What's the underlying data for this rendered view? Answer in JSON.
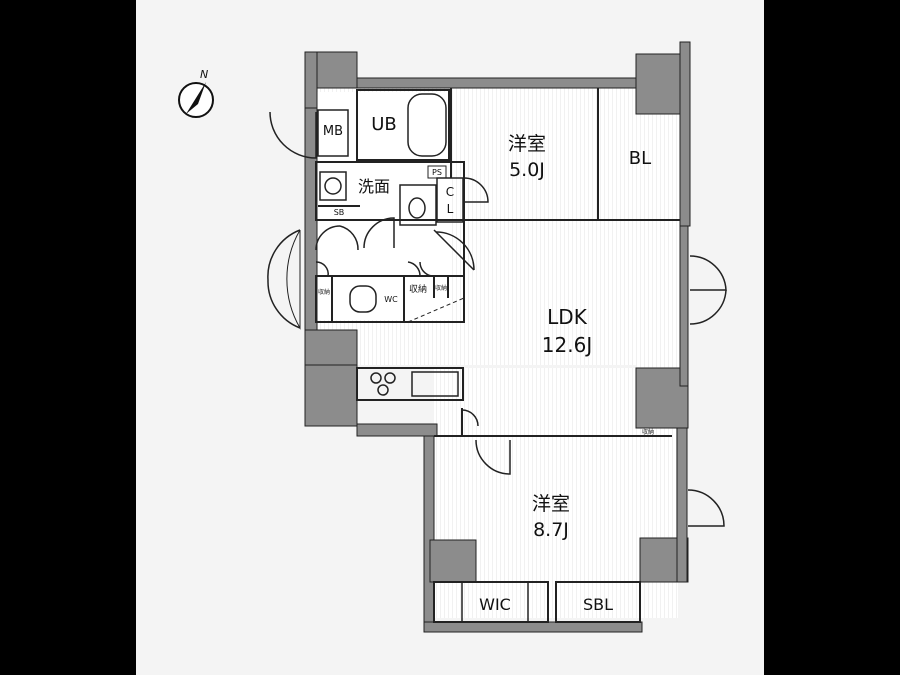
{
  "compass": {
    "label": "N"
  },
  "rooms": {
    "western_room_1": {
      "name": "洋室",
      "size": "5.0J"
    },
    "western_room_2": {
      "name": "洋室",
      "size": "8.7J"
    },
    "ldk": {
      "name": "LDK",
      "size": "12.6J"
    }
  },
  "labels": {
    "mb": "MB",
    "ub": "UB",
    "washroom": "洗面",
    "bl": "BL",
    "ps": "PS",
    "cl_c": "C",
    "cl_l": "L",
    "sb": "SB",
    "wc": "WC",
    "storage": "収納",
    "storage_small_left": "収納",
    "storage_small_right": "収納",
    "storage_small_bottom": "収納",
    "wic": "WIC",
    "sbl": "SBL"
  },
  "colors": {
    "wall": "#8c8c8c",
    "line": "#222222",
    "background": "#f4f4f4",
    "outside": "#000000"
  }
}
